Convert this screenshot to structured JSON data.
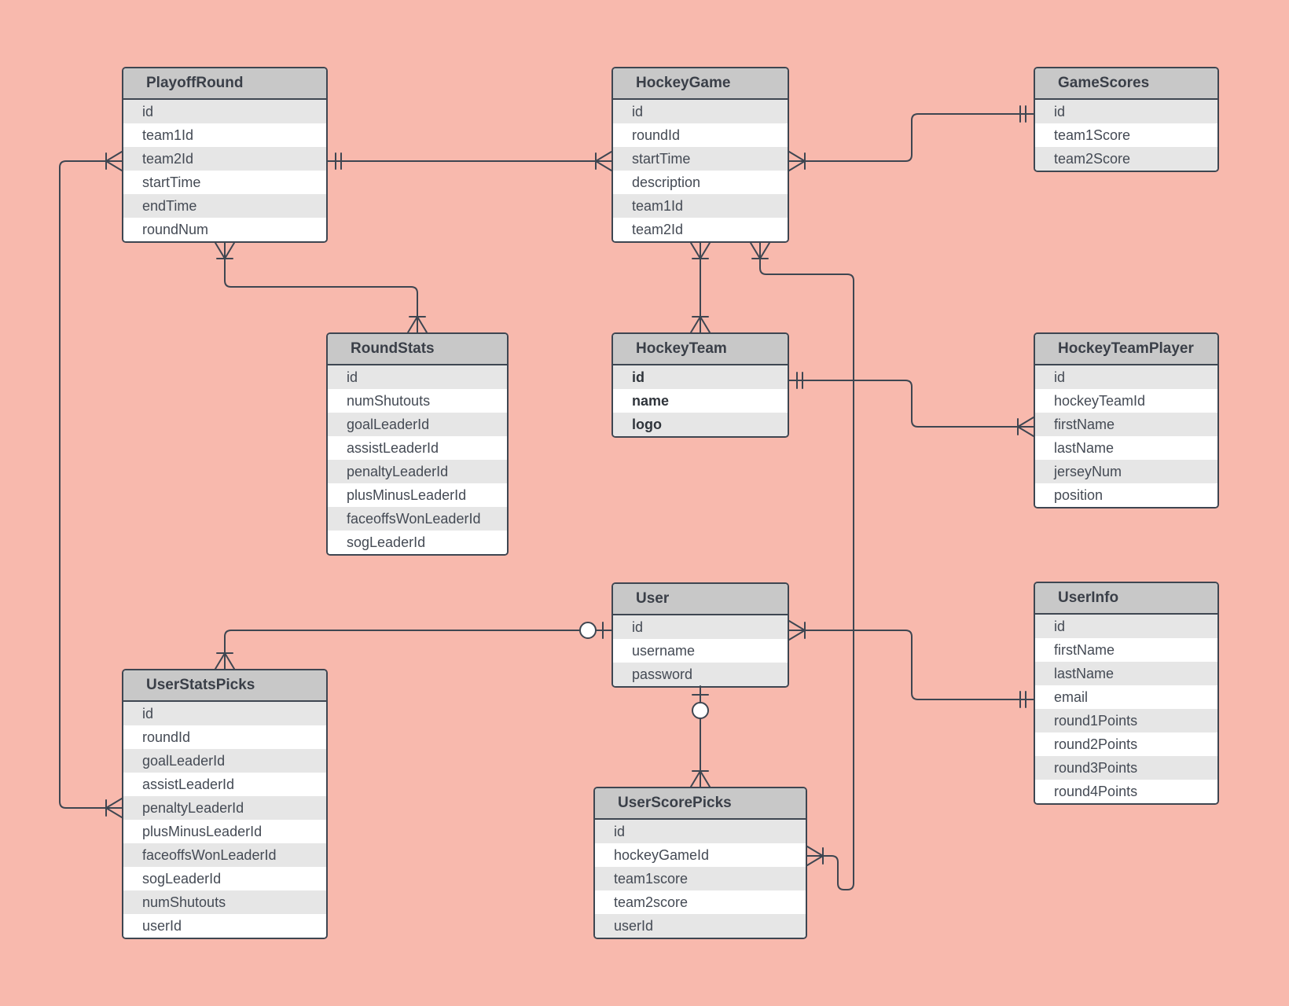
{
  "colors": {
    "background": "#f8b9ad",
    "border": "#3e4651",
    "header": "#c8c8c8",
    "row_alt": "#e6e6e6",
    "row": "#ffffff",
    "line": "#3e4651"
  },
  "entities": {
    "playoffRound": {
      "title": "PlayoffRound",
      "fields": [
        "id",
        "team1Id",
        "team2Id",
        "startTime",
        "endTime",
        "roundNum"
      ]
    },
    "hockeyGame": {
      "title": "HockeyGame",
      "fields": [
        "id",
        "roundId",
        "startTime",
        "description",
        "team1Id",
        "team2Id"
      ]
    },
    "gameScores": {
      "title": "GameScores",
      "fields": [
        "id",
        "team1Score",
        "team2Score"
      ]
    },
    "roundStats": {
      "title": "RoundStats",
      "fields": [
        "id",
        "numShutouts",
        "goalLeaderId",
        "assistLeaderId",
        "penaltyLeaderId",
        "plusMinusLeaderId",
        "faceoffsWonLeaderId",
        "sogLeaderId"
      ]
    },
    "hockeyTeam": {
      "title": "HockeyTeam",
      "fields": [
        "id",
        "name",
        "logo"
      ]
    },
    "hockeyTeamPlayer": {
      "title": "HockeyTeamPlayer",
      "fields": [
        "id",
        "hockeyTeamId",
        "firstName",
        "lastName",
        "jerseyNum",
        "position"
      ]
    },
    "user": {
      "title": "User",
      "fields": [
        "id",
        "username",
        "password"
      ]
    },
    "userInfo": {
      "title": "UserInfo",
      "fields": [
        "id",
        "firstName",
        "lastName",
        "email",
        "round1Points",
        "round2Points",
        "round3Points",
        "round4Points"
      ]
    },
    "userStatsPicks": {
      "title": "UserStatsPicks",
      "fields": [
        "id",
        "roundId",
        "goalLeaderId",
        "assistLeaderId",
        "penaltyLeaderId",
        "plusMinusLeaderId",
        "faceoffsWonLeaderId",
        "sogLeaderId",
        "numShutouts",
        "userId"
      ]
    },
    "userScorePicks": {
      "title": "UserScorePicks",
      "fields": [
        "id",
        "hockeyGameId",
        "team1score",
        "team2score",
        "userId"
      ]
    }
  }
}
